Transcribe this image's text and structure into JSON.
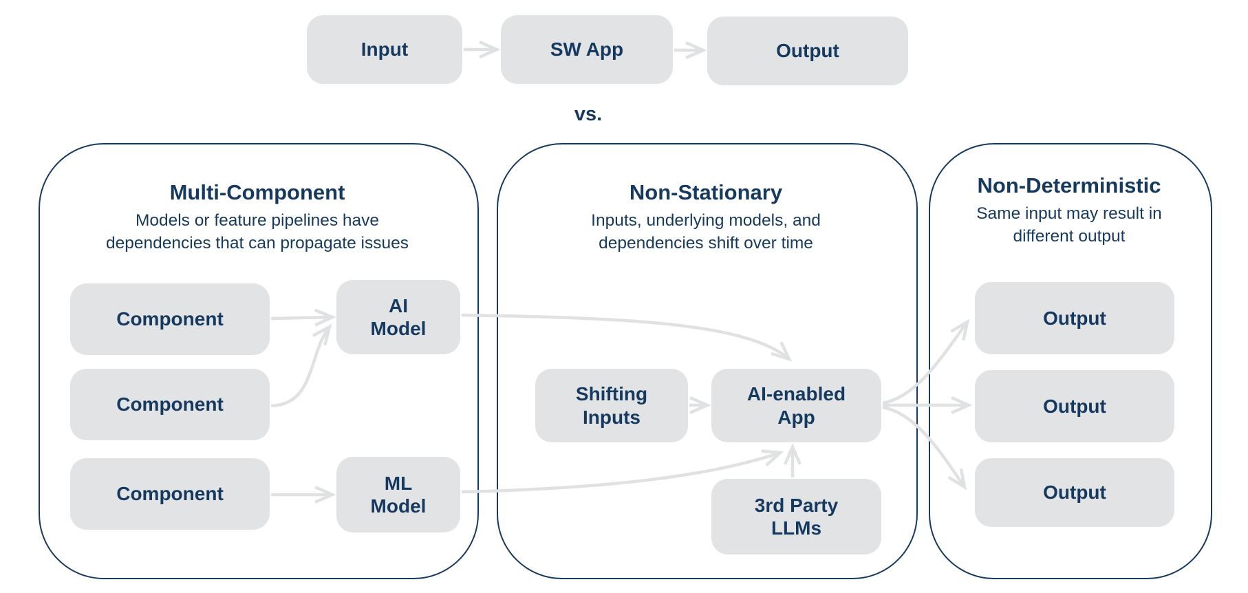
{
  "colors": {
    "navy": "#163a5f",
    "box_fill": "#e2e3e5",
    "arrow_gray": "#e0e1e2"
  },
  "top_flow": {
    "input": "Input",
    "sw_app": "SW App",
    "output": "Output",
    "vs": "vs."
  },
  "panels": {
    "multi": {
      "title": "Multi-Component",
      "subtitle": "Models or feature pipelines have\ndependencies that can propagate issues",
      "components": [
        "Component",
        "Component",
        "Component"
      ],
      "ai_model": "AI\nModel",
      "ml_model": "ML\nModel"
    },
    "non_stationary": {
      "title": "Non-Stationary",
      "subtitle": "Inputs, underlying models, and\ndependencies shift over time",
      "shifting_inputs": "Shifting\nInputs",
      "ai_app": "AI-enabled\nApp",
      "llms": "3rd Party\nLLMs"
    },
    "non_deterministic": {
      "title": "Non-Deterministic",
      "subtitle": "Same input may result in\ndifferent output",
      "outputs": [
        "Output",
        "Output",
        "Output"
      ]
    }
  }
}
